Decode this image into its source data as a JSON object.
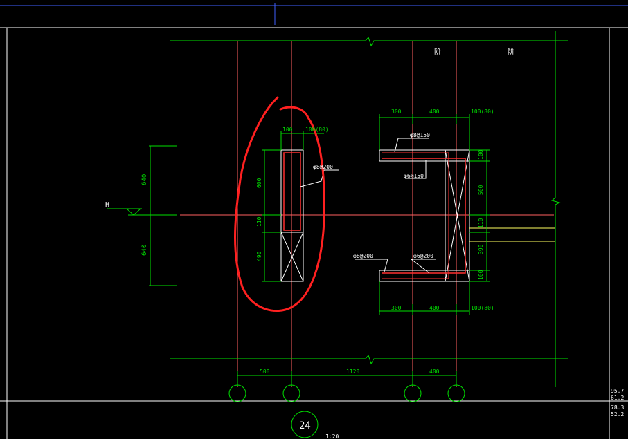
{
  "colors": {
    "background": "#000000",
    "frame": "#ffffff",
    "grid_axis": "#ff6060",
    "dimension": "#00e000",
    "rebar": "#ff3030",
    "annotation": "#ffffff",
    "highlight": "#ff2020",
    "wall_fill_yellow": "#ffff60",
    "crosshair": "#4060ff"
  },
  "section_marks": {
    "top_left": "阶",
    "top_right": "阶"
  },
  "level_mark": {
    "label": "H"
  },
  "left_section": {
    "dims_top": [
      "100",
      "100(80)"
    ],
    "dims_vert": [
      "600",
      "110",
      "490"
    ],
    "rebar_label": "φ8@200"
  },
  "left_outer_dims": [
    "640",
    "640"
  ],
  "right_section": {
    "dims_top": [
      "300",
      "400",
      "100(80)"
    ],
    "dims_bottom": [
      "300",
      "400",
      "100(80)"
    ],
    "dims_vert": [
      "100",
      "500",
      "110",
      "390",
      "100"
    ],
    "rebar_labels": [
      "φ8@150",
      "φ6@150",
      "φ8@200",
      "φ6@200"
    ]
  },
  "bottom_dims": [
    "500",
    "1120",
    "400"
  ],
  "right_margin_text": [
    "95.7",
    "61.2",
    "78.3",
    "52.2"
  ],
  "drawing": {
    "number": "24",
    "scale": "1:20"
  }
}
